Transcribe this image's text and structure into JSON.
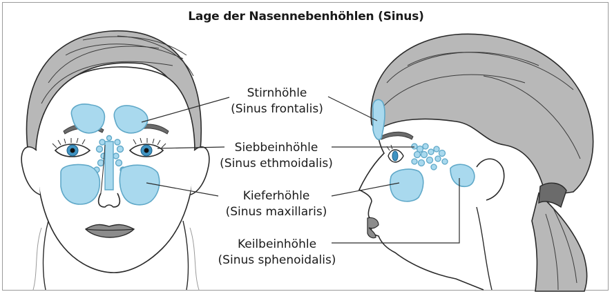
{
  "title": "Lage der Nasennebenhöhlen (Sinus)",
  "labels": [
    {
      "name": "Stirnhöhle",
      "latin": "(Sinus frontalis)"
    },
    {
      "name": "Siebbeinhöhle",
      "latin": "(Sinus ethmoidalis)"
    },
    {
      "name": "Kieferhöhle",
      "latin": "(Sinus maxillaris)"
    },
    {
      "name": "Keilbeinhöhle",
      "latin": "(Sinus sphenoidalis)"
    }
  ],
  "colors": {
    "sinus_fill": "#a9d9ee",
    "sinus_stroke": "#5fa8c8",
    "hair": "#b8b8b8",
    "outline": "#2a2a2a",
    "lips": "#8c8c8c",
    "iris": "#3f93c2"
  }
}
